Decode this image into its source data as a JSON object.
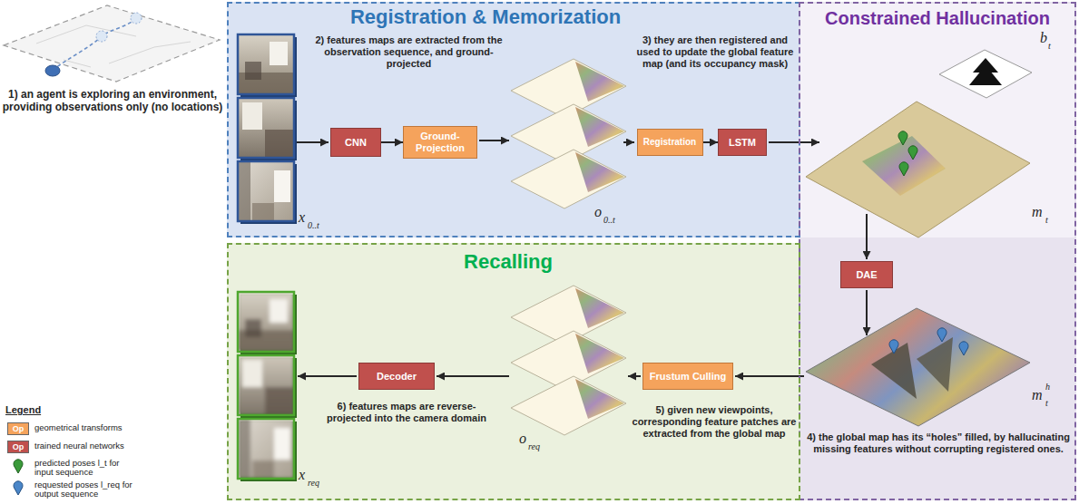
{
  "diagram": {
    "nodes": [
      {
        "text": [
          "Registration & Memorization"
        ]
      },
      {
        "text": [
          "CNN"
        ],
        "in": 0
      },
      {
        "text": [
          "Ground-Projection"
        ],
        "in": 0
      },
      {
        "text": [
          "Registration"
        ],
        "in": 0
      },
      {
        "text": [
          "LSTM"
        ],
        "in": 0
      },
      {
        "text": [
          "Constrained Hallucination"
        ]
      },
      {
        "text": [
          "DAE"
        ],
        "in": 5
      },
      {
        "text": [
          "Recalling"
        ]
      },
      {
        "text": [
          "Decoder"
        ],
        "in": 7
      },
      {
        "text": [
          "Frustum Culling"
        ],
        "in": 7
      }
    ],
    "edges": [
      {
        "from": 1,
        "to": 2,
        "arrow": "to"
      },
      {
        "from": 3,
        "to": 4,
        "arrow": "to"
      }
    ],
    "labels": [
      "1) an agent is exploring an environment, providing observations only (no locations)",
      "2) features maps are extracted from the observation sequence, and ground-projected",
      "3) they are then registered and used to update the global feature map (and its occupancy mask)",
      "x",
      "0..t",
      "o",
      "0..t",
      "b",
      "t",
      "m",
      "t",
      "m",
      "t",
      "h",
      "4) the global map has its “holes” filled, by hallucinating missing features without corrupting registered ones.",
      "5) given new viewpoints, corresponding feature patches are extracted from the global map",
      "6) features maps are reverse-projected into the camera domain",
      "o",
      "req",
      "x",
      "req",
      "Legend",
      "Op",
      "Op"
    ],
    "legend": [
      {
        "text": "geometrical transforms",
        "color": "#f5a35c"
      },
      {
        "text": "trained neural networks",
        "color": "#c0504d"
      },
      {
        "text": "predicted poses l_t for input sequence"
      },
      {
        "text": "requested poses l_req for output sequence"
      }
    ]
  }
}
